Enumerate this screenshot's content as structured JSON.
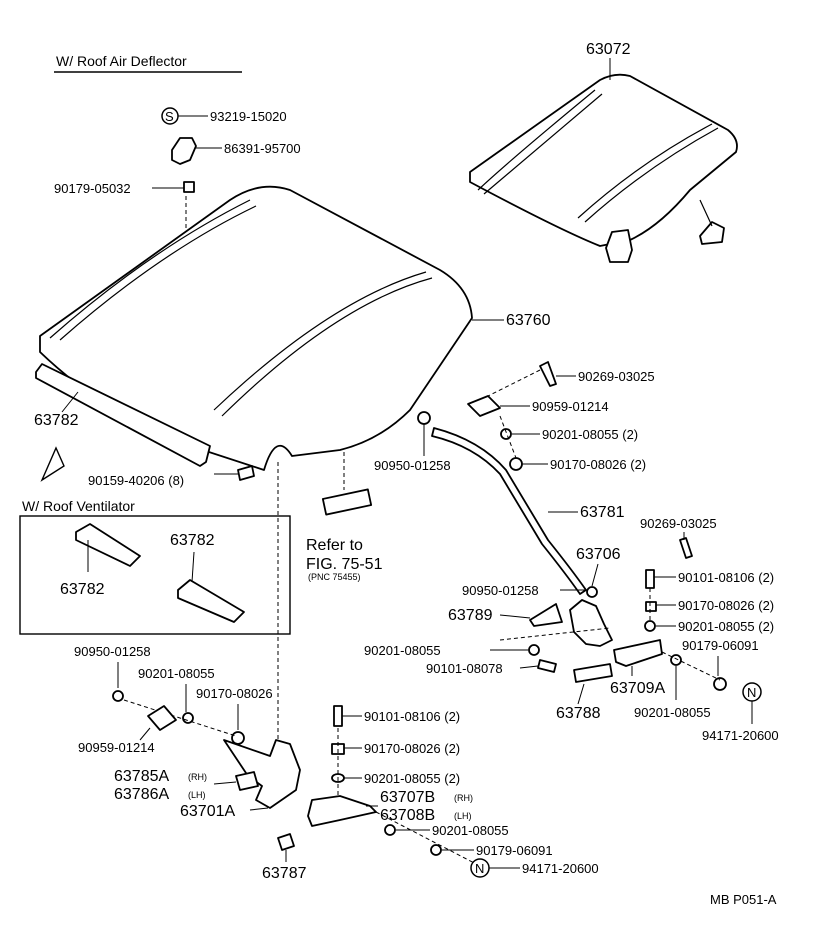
{
  "sections": {
    "deflector": "W/ Roof Air Deflector",
    "ventilator": "W/ Roof Ventilator"
  },
  "labels": {
    "p63072": "63072",
    "p93219": "93219-15020",
    "p86391": "86391-95700",
    "p90179a": "90179-05032",
    "p63760": "63760",
    "p63782a": "63782",
    "p90159": "90159-40206 (8)",
    "p90269a": "90269-03025",
    "p90959a": "90959-01214",
    "p90201a": "90201-08055 (2)",
    "p90170a": "90170-08026 (2)",
    "p90950a": "90950-01258",
    "p63781": "63781",
    "p90269b": "90269-03025",
    "p63706": "63706",
    "p90101a": "90101-08106 (2)",
    "p90950b": "90950-01258",
    "p90170b": "90170-08026 (2)",
    "p63789": "63789",
    "p90201b": "90201-08055 (2)",
    "p90179b": "90179-06091",
    "p90201c": "90201-08055",
    "p90101b": "90101-08078",
    "p63709a": "63709A",
    "p63788": "63788",
    "p90201d": "90201-08055",
    "p94171a": "94171-20600",
    "v63782a": "63782",
    "v63782b": "63782",
    "p90950c": "90950-01258",
    "p90201e": "90201-08055",
    "p90170c": "90170-08026",
    "p90959b": "90959-01214",
    "p90101c": "90101-08106 (2)",
    "p90170d": "90170-08026 (2)",
    "p90201f": "90201-08055 (2)",
    "p63785a": "63785A",
    "rh1": "(RH)",
    "p63786a": "63786A",
    "lh1": "(LH)",
    "p63701a": "63701A",
    "p63707b": "63707B",
    "rh2": "(RH)",
    "p63708b": "63708B",
    "lh2": "(LH)",
    "p90201g": "90201-08055",
    "p90179c": "90179-06091",
    "p94171b": "94171-20600",
    "p63787": "63787",
    "refer1": "Refer to",
    "refer2": "FIG. 75-51",
    "refer3": "(PNC 75455)",
    "code": "MB  P051-A"
  },
  "symbols": {
    "s_mark": "S",
    "n_mark_1": "N",
    "n_mark_2": "N"
  },
  "icons": {
    "arrow": "up-arrow-icon"
  }
}
